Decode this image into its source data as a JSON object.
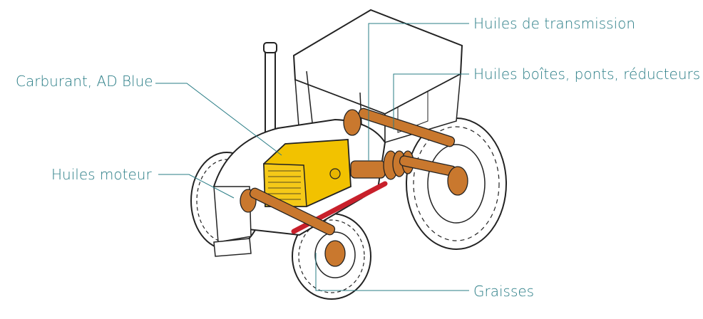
{
  "labels": {
    "carburant": "Carburant, AD Blue",
    "huiles_moteur": "Huiles moteur",
    "huiles_transmission": "Huiles de transmission",
    "huiles_boites": "Huiles boîtes, ponts, réducteurs",
    "graisses": "Graisses"
  },
  "colors": {
    "leader_line": "#2a7d86",
    "label_text": "#2a7d86",
    "engine": "#f2c200",
    "drivetrain": "#c9782e",
    "drive_shaft": "#c8202b",
    "outline": "#222222",
    "body_fill": "#ffffff"
  }
}
